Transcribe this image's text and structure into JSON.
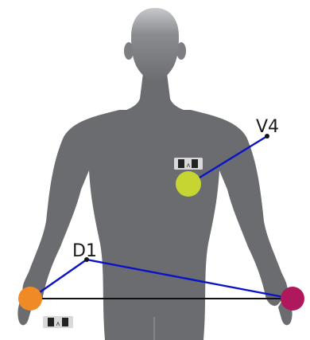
{
  "labels": {
    "v4": "V4",
    "d1": "D1"
  },
  "colors": {
    "body": "#6a6c70",
    "head_highlight": "#b9babd",
    "electrode_v4": "#c6d532",
    "electrode_right_wrist": "#f08a24",
    "electrode_left_wrist": "#b0185e",
    "lead_line": "#0a13c8",
    "reference_line": "#111111",
    "device_body": "#d9d9d9",
    "device_panel": "#222222"
  },
  "icons": {
    "device": "ecg-sensor-icon"
  },
  "devices": [
    {
      "name": "chest-ecg-sensor",
      "label": "ʌ"
    },
    {
      "name": "wrist-ecg-sensor",
      "label": "ʌ"
    }
  ]
}
